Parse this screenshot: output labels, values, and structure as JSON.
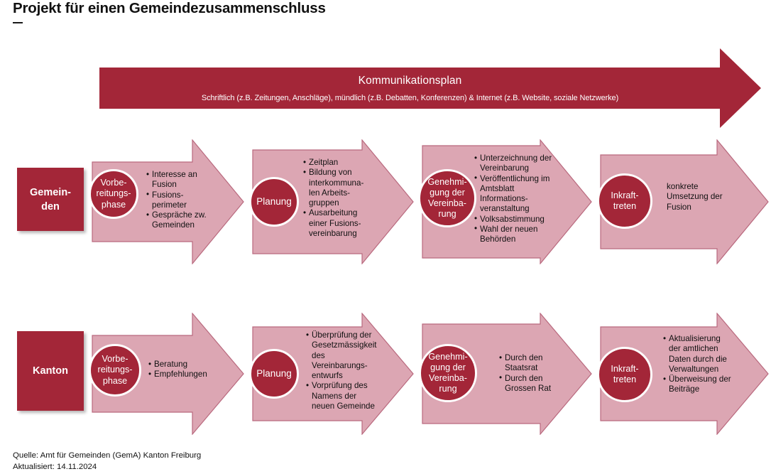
{
  "page": {
    "title": "Projekt für einen Gemeindezusammenschluss"
  },
  "banner": {
    "title": "Kommunikationsplan",
    "subtitle": "Schriftlich (z.B. Zeitungen, Anschläge), mündlich (z.B. Debatten, Konferenzen) & Internet (z.B. Website, soziale Netzwerke)"
  },
  "rows": [
    {
      "id": "gemeinden",
      "label": "Gemein-\nden",
      "label_line1": "Gemein-",
      "label_line2": "den",
      "stages": [
        {
          "circle": "Vorbe-\nreitungs-\nphase",
          "circle_lines": [
            "Vorbe-",
            "reitungs-",
            "phase"
          ],
          "items": [
            {
              "text": "Interesse an Fusion",
              "bullet": true
            },
            {
              "text": "Fusions-\nperimeter",
              "bullet": true
            },
            {
              "text": "Gespräche zw. Gemeinden",
              "bullet": true
            }
          ]
        },
        {
          "circle": "Planung",
          "circle_lines": [
            "Planung"
          ],
          "items": [
            {
              "text": "Zeitplan",
              "bullet": true
            },
            {
              "text": "Bildung von interkommuna-len Arbeits-gruppen",
              "bullet": true
            },
            {
              "text": "Ausarbeitung einer Fusions-vereinbarung",
              "bullet": true
            }
          ]
        },
        {
          "circle": "Genehmi-\ngung der\nVereinba-\nrung",
          "circle_lines": [
            "Genehmi-",
            "gung der",
            "Vereinba-",
            "rung"
          ],
          "items": [
            {
              "text": "Unterzeichnung der Vereinbarung",
              "bullet": true
            },
            {
              "text": "Veröffentlichung im Amtsblatt",
              "bullet": true
            },
            {
              "text": "Informations-veranstaltung",
              "bullet": false
            },
            {
              "text": "Volksabstimmung",
              "bullet": true
            },
            {
              "text": "Wahl der neuen Behörden",
              "bullet": true
            }
          ]
        },
        {
          "circle": "Inkraft-\ntreten",
          "circle_lines": [
            "Inkraft-",
            "treten"
          ],
          "items": [
            {
              "text": "konkrete Umsetzung der Fusion",
              "bullet": false
            }
          ]
        }
      ]
    },
    {
      "id": "kanton",
      "label": "Kanton",
      "label_line1": "Kanton",
      "label_line2": "",
      "stages": [
        {
          "circle": "Vorbe-\nreitungs-\nphase",
          "circle_lines": [
            "Vorbe-",
            "reitungs-",
            "phase"
          ],
          "items": [
            {
              "text": "Beratung",
              "bullet": true
            },
            {
              "text": "Empfehlungen",
              "bullet": true
            }
          ]
        },
        {
          "circle": "Planung",
          "circle_lines": [
            "Planung"
          ],
          "items": [
            {
              "text": "Überprüfung der Gesetzmässigkeit des Vereinbarungs-entwurfs",
              "bullet": true
            },
            {
              "text": "Vorprüfung des Namens der neuen Gemeinde",
              "bullet": true
            }
          ]
        },
        {
          "circle": "Genehmi-\ngung der\nVereinba-\nrung",
          "circle_lines": [
            "Genehmi-",
            "gung der",
            "Vereinba-",
            "rung"
          ],
          "items": [
            {
              "text": "Durch den Staatsrat",
              "bullet": true
            },
            {
              "text": "Durch den Grossen Rat",
              "bullet": true
            }
          ]
        },
        {
          "circle": "Inkraft-\ntreten",
          "circle_lines": [
            "Inkraft-",
            "treten"
          ],
          "items": [
            {
              "text": "Aktualisierung der amtlichen Daten durch die Verwaltungen",
              "bullet": true
            },
            {
              "text": "Überweisung der Beiträge",
              "bullet": true
            }
          ]
        }
      ]
    }
  ],
  "footer": {
    "source": "Quelle: Amt für Gemeinden (GemA) Kanton Freiburg",
    "updated": "Aktualisiert: 14.11.2024"
  },
  "colors": {
    "dark_red": "#A32638",
    "light_pink": "#DCA6B3",
    "pink_border": "#B9697E",
    "text": "#111111",
    "white": "#FFFFFF"
  }
}
